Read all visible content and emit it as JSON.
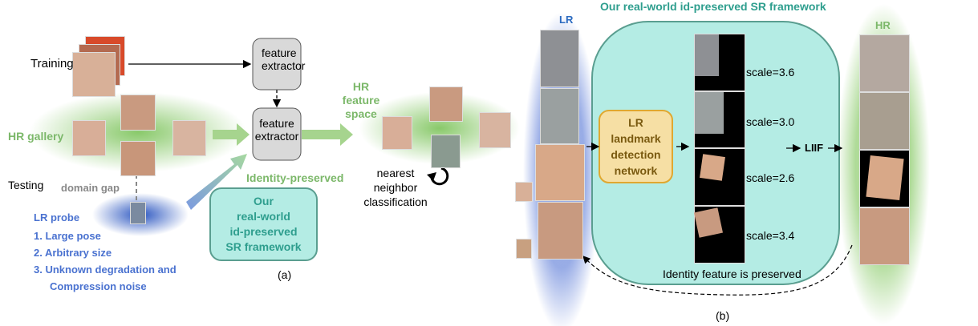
{
  "panel_a": {
    "training": "Training",
    "testing": "Testing",
    "feature_extractor_1": [
      "feature",
      "extractor"
    ],
    "feature_extractor_2": [
      "feature",
      "extractor"
    ],
    "hr_gallery": "HR gallery",
    "hr_feature_space": [
      "HR",
      "feature",
      "space"
    ],
    "identity_preserved": "Identity-preserved",
    "nearest_neighbor": [
      "nearest",
      "neighbor",
      "classification"
    ],
    "domain_gap": "domain gap",
    "lr_probe": "LR probe",
    "lr_probe_items": [
      "1. Large pose",
      "2. Arbitrary size",
      "3. Unknown degradation and",
      "Compression noise"
    ],
    "framework_box": [
      "Our",
      "real-world",
      "id-preserved",
      "SR framework"
    ],
    "caption": "(a)"
  },
  "panel_b": {
    "title": "Our real-world id-preserved SR framework",
    "lr_label": "LR",
    "hr_label": "HR",
    "landmark_box": [
      "LR",
      "landmark",
      "detection",
      "network"
    ],
    "scales": [
      "scale=3.6",
      "scale=3.0",
      "scale=2.6",
      "scale=3.4"
    ],
    "liif": "LIIF",
    "identity_note": "Identity feature is preserved",
    "caption": "(b)"
  },
  "colors": {
    "green": "#7cb86a",
    "blue": "#4a72d0",
    "teal_fill": "#b4ece4",
    "teal_border": "#5a9e90",
    "teal_text": "#2e9e8e",
    "orange_fill": "#f6dfa4",
    "orange_border": "#e0a830",
    "orange_text": "#7a5a10",
    "gray_box": "#d9d9d9"
  }
}
